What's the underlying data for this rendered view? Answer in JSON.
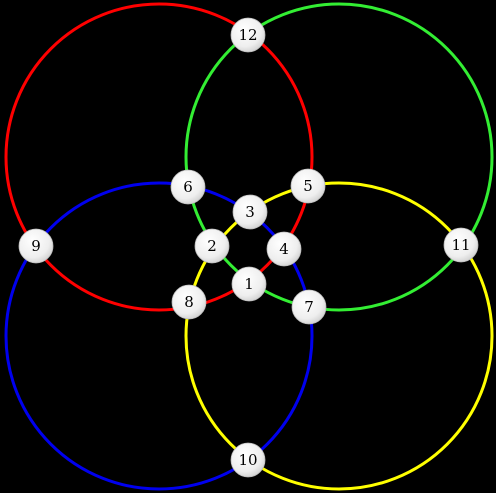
{
  "diagram": {
    "background": "#000000",
    "node_fill": "#f2f2f2",
    "circles": [
      {
        "name": "red-circle",
        "color": "#ff0000"
      },
      {
        "name": "green-circle",
        "color": "#33ee33"
      },
      {
        "name": "blue-circle",
        "color": "#0000ee"
      },
      {
        "name": "yellow-circle",
        "color": "#ffff00"
      }
    ],
    "nodes": [
      {
        "id": "1",
        "label": "1"
      },
      {
        "id": "2",
        "label": "2"
      },
      {
        "id": "3",
        "label": "3"
      },
      {
        "id": "4",
        "label": "4"
      },
      {
        "id": "5",
        "label": "5"
      },
      {
        "id": "6",
        "label": "6"
      },
      {
        "id": "7",
        "label": "7"
      },
      {
        "id": "8",
        "label": "8"
      },
      {
        "id": "9",
        "label": "9"
      },
      {
        "id": "10",
        "label": "10"
      },
      {
        "id": "11",
        "label": "11"
      },
      {
        "id": "12",
        "label": "12"
      }
    ]
  }
}
